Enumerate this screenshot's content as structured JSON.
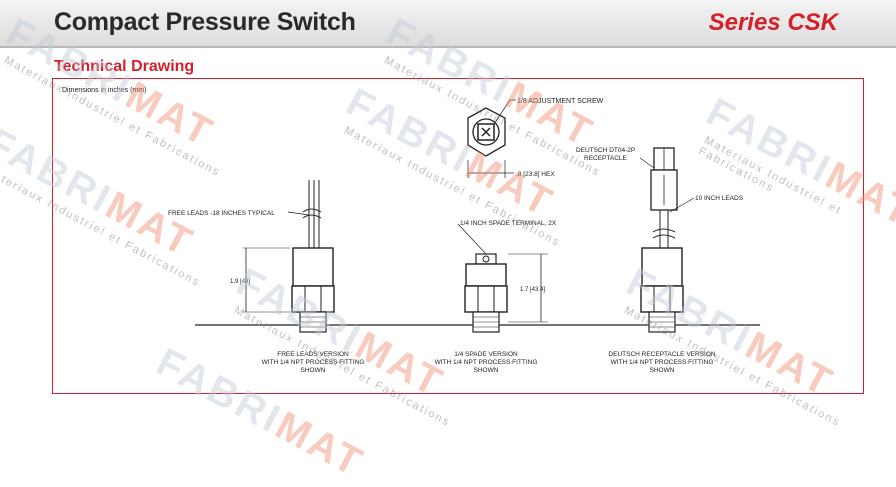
{
  "header": {
    "title": "Compact Pressure Switch",
    "series": "Series CSK"
  },
  "section": {
    "title": "Technical Drawing"
  },
  "drawing": {
    "dimensions_note": "Dimensions in inches (mm)",
    "top_view": {
      "adjustment_label": "1/8 ADJUSTMENT SCREW",
      "hex_label": ".8 [23.8] HEX"
    },
    "free_leads": {
      "callout": "FREE LEADS -18 INCHES TYPICAL",
      "height_label": "1.9 [49]",
      "caption_lines": [
        "FREE LEADS VERSION",
        "WITH 1/4 NPT PROCESS FITTING",
        "SHOWN"
      ]
    },
    "spade": {
      "callout": "1/4 INCH SPADE TERMINAL, 2X",
      "height_label": "1.7 [43.4]",
      "caption_lines": [
        "1/4 SPADE VERSION",
        "WITH 1/4 NPT PROCESS FITTING",
        "SHOWN"
      ]
    },
    "deutsch": {
      "receptacle_lines": [
        "DEUTSCH DT04-2P",
        "RECEPTACLE"
      ],
      "leads_label": "10 INCH LEADS",
      "caption_lines": [
        "DEUTSCH RECEPTACLE VERSION",
        "WITH 1/4 NPT PROCESS FITTING",
        "SHOWN"
      ]
    }
  },
  "watermark": {
    "logo_fab": "FAB",
    "logo_ri": "RI",
    "logo_mat": "MAT",
    "tagline": "Materiaux Industriel et Fabrications"
  },
  "colors": {
    "accent": "#d4202a",
    "title_text": "#2a2a2a",
    "header_bg": "#e2e2e2"
  }
}
